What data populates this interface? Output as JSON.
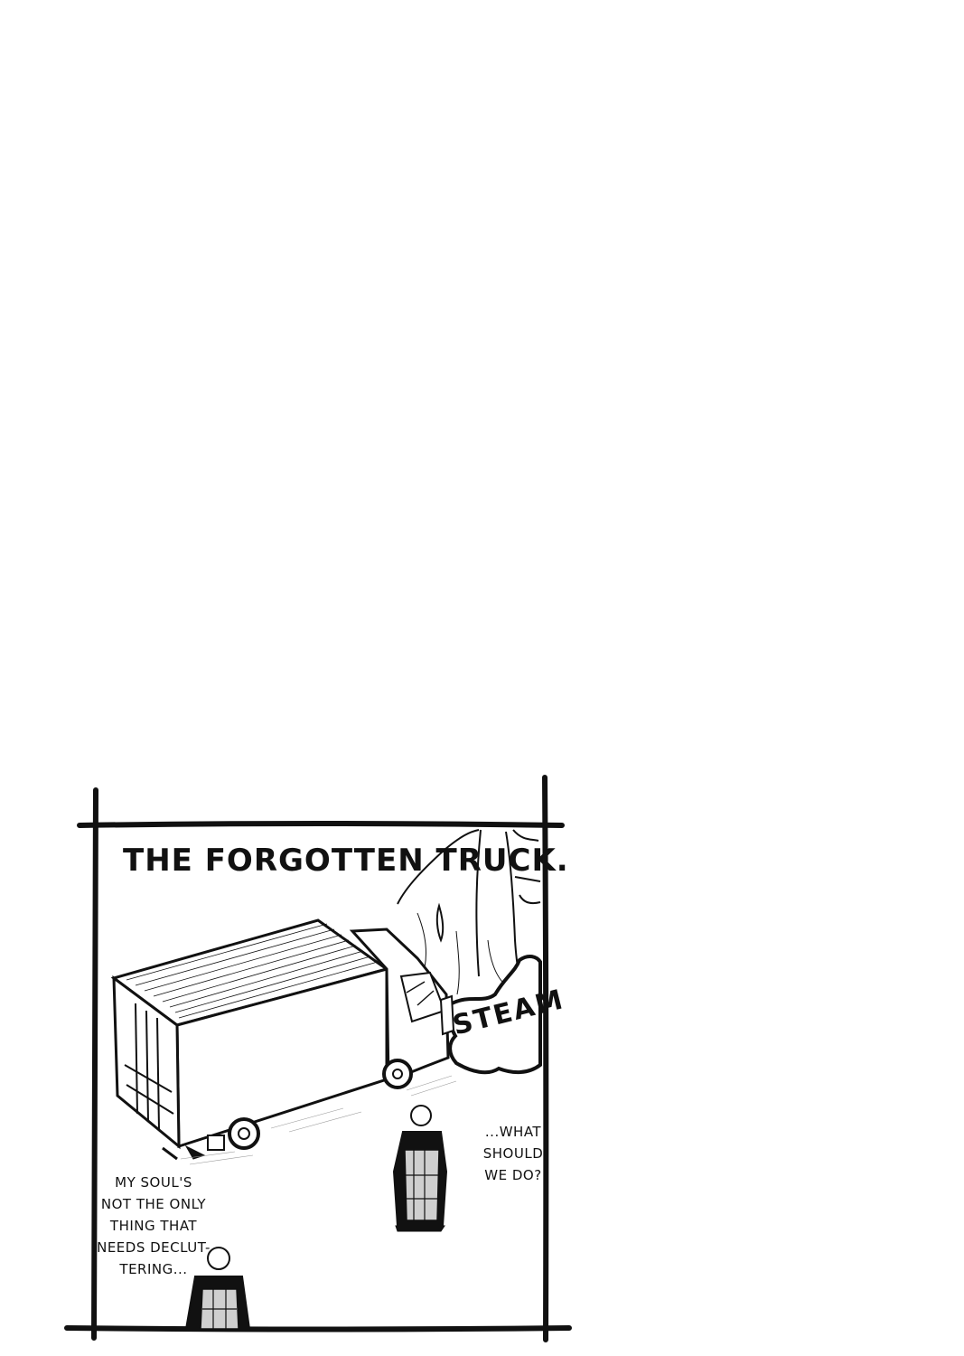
{
  "page": {
    "background_color": "#ffffff",
    "ink_color": "#111111"
  },
  "panel": {
    "caption": "THE FORGOTTEN TRUCK.",
    "sound_effect": "STEAM",
    "dialogue_right": {
      "lines": [
        "...WHAT",
        "SHOULD",
        "WE DO?"
      ]
    },
    "dialogue_left": {
      "lines": [
        "MY SOUL'S",
        "NOT THE ONLY",
        "THING THAT",
        "NEEDS DECLUT-",
        "TERING..."
      ]
    }
  }
}
